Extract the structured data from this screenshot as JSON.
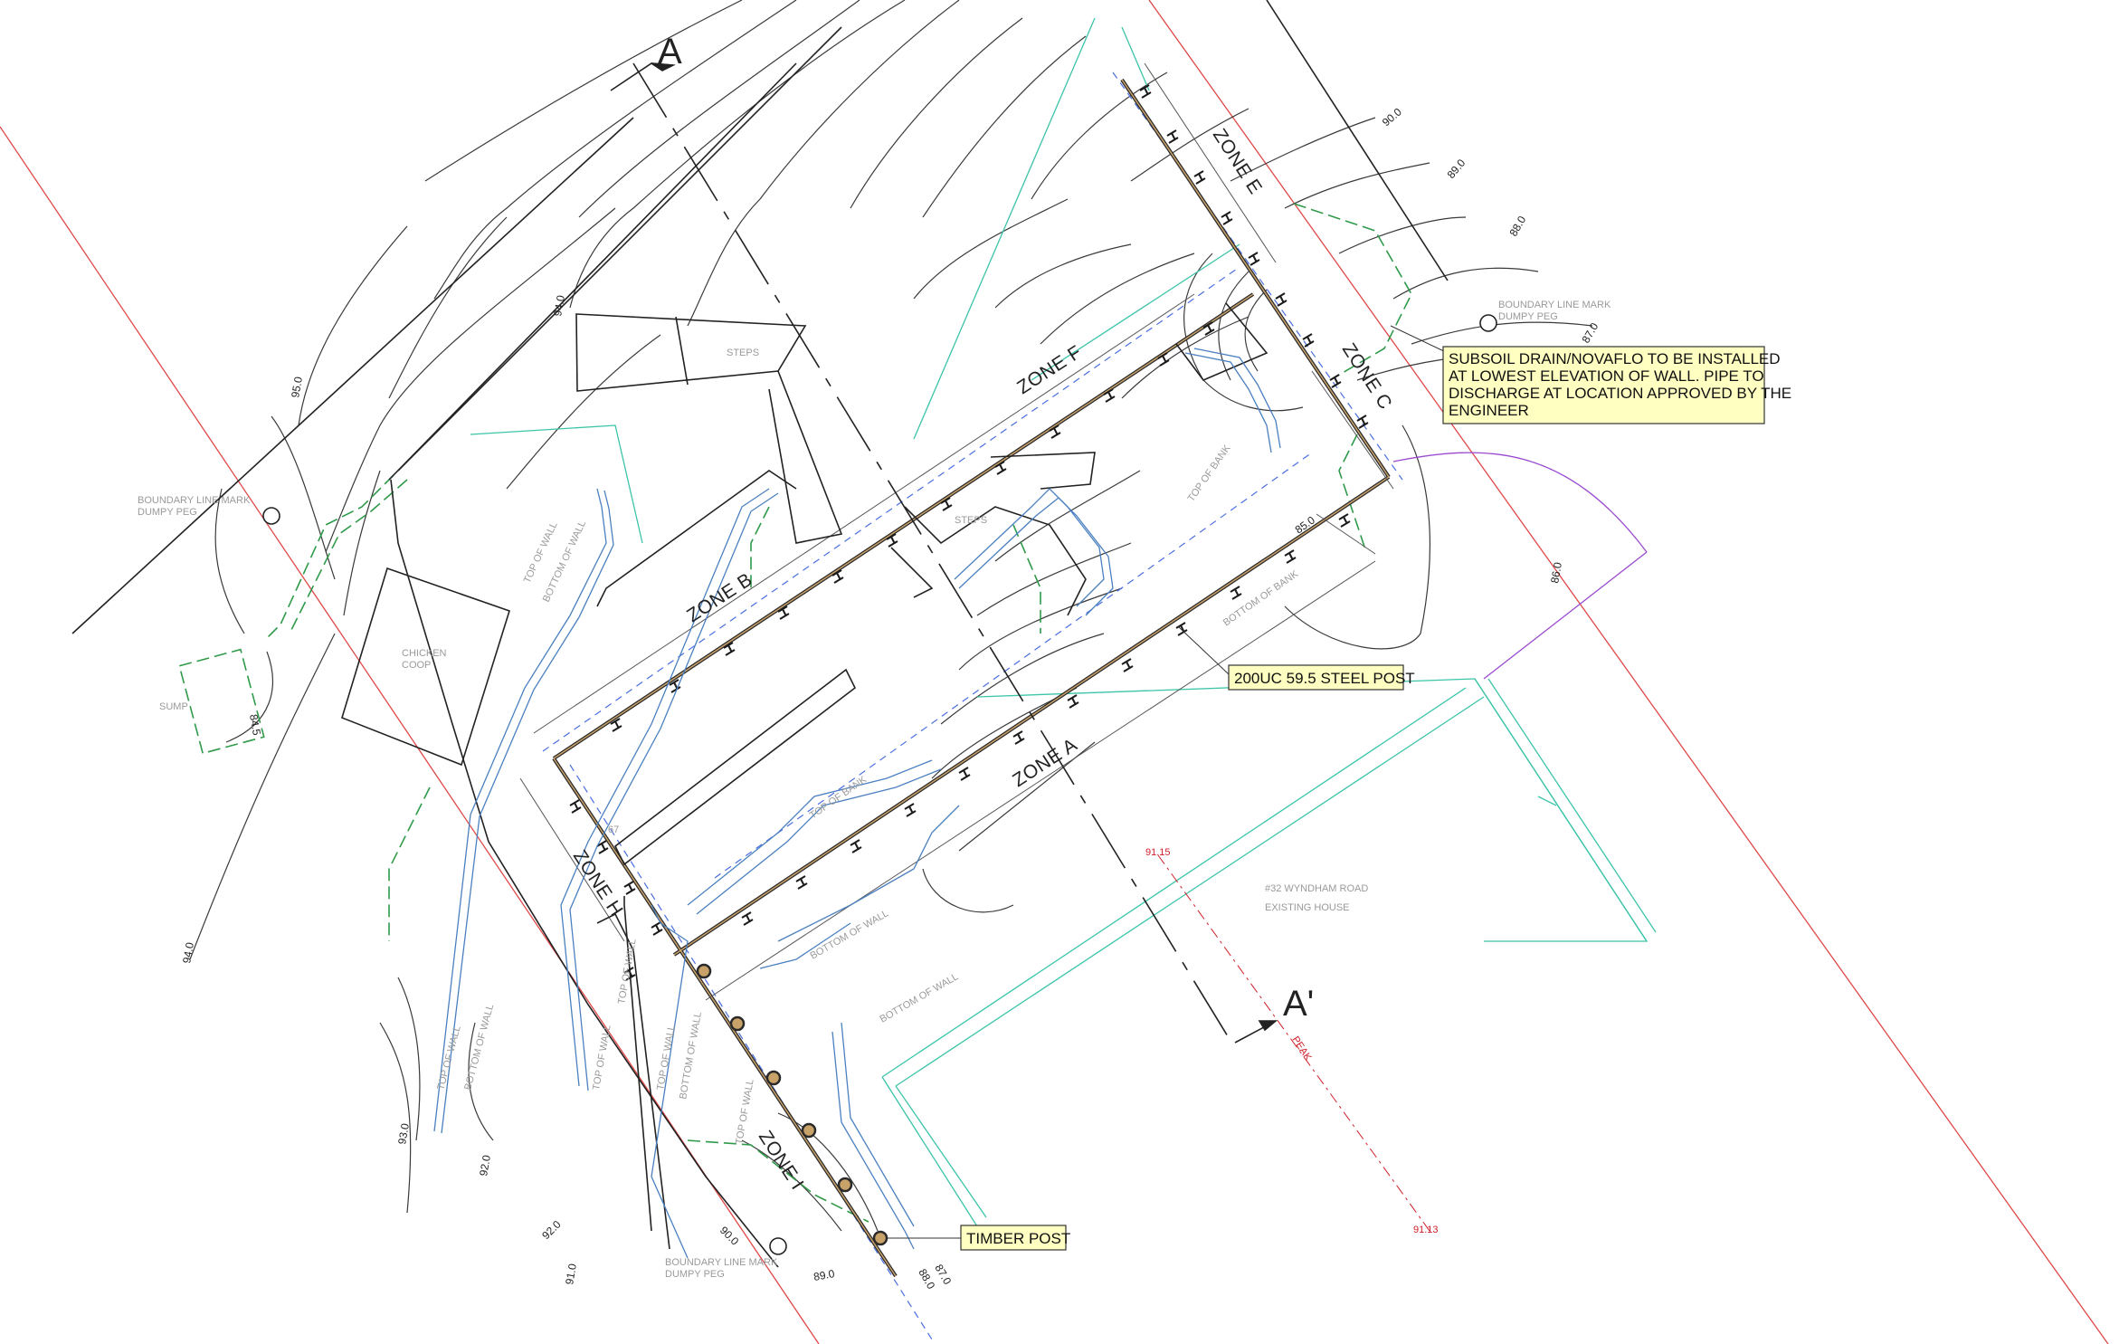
{
  "section": {
    "start": "A",
    "end": "A'"
  },
  "zones": [
    "ZONE A",
    "ZONE B",
    "ZONE C",
    "ZONE E",
    "ZONE F",
    "ZONE H",
    "ZONE I"
  ],
  "contours": {
    "c95": "95.0",
    "c94a": "94.0",
    "c94b": "94.0",
    "c93": "93.0",
    "c92a": "92.0",
    "c92b": "92.0",
    "c91": "91.0",
    "c90a": "90.0",
    "c90b": "90.0",
    "c89a": "89.0",
    "c89b": "89.0",
    "c88a": "88.0",
    "c88b": "88.0",
    "c87a": "87.0",
    "c87b": "87.0",
    "c86": "86.0",
    "c85": "85.0",
    "c84": "84.5"
  },
  "labels": {
    "boundary_mark": "BOUNDARY LINE MARK",
    "dumpy_peg": "DUMPY PEG",
    "chicken": "CHICKEN",
    "coop": "COOP",
    "sump": "SUMP",
    "steps": "STEPS",
    "top_of_wall": "TOP OF WALL",
    "bottom_of_wall": "BOTTOM OF WALL",
    "top_of_bank": "TOP OF BANK",
    "bottom_of_bank": "BOTTOM OF BANK",
    "address": "#32 WYNDHAM ROAD",
    "existing_house": "EXISTING HOUSE",
    "peak": "PEAK",
    "level_1": "91.15",
    "level_2": "91.13",
    "small_67": "67"
  },
  "notes": {
    "drain_lines": [
      "SUBSOIL DRAIN/NOVAFLO TO BE INSTALLED",
      "AT LOWEST ELEVATION OF WALL. PIPE TO",
      "DISCHARGE AT LOCATION APPROVED BY THE",
      "ENGINEER"
    ],
    "steel_post": "200UC 59.5 STEEL POST",
    "timber_post": "TIMBER POST"
  },
  "colors": {
    "boundary": "#e04848",
    "contour": "#3a3a3a",
    "existing_green": "#2f9a4a",
    "house_cyan": "#3cc4a8",
    "blue_dash": "#4a6ee0",
    "purple": "#9a4ad0",
    "wall": "#2a2a2a",
    "note_fill": "#ffffc2",
    "red_text": "#d0202a"
  }
}
